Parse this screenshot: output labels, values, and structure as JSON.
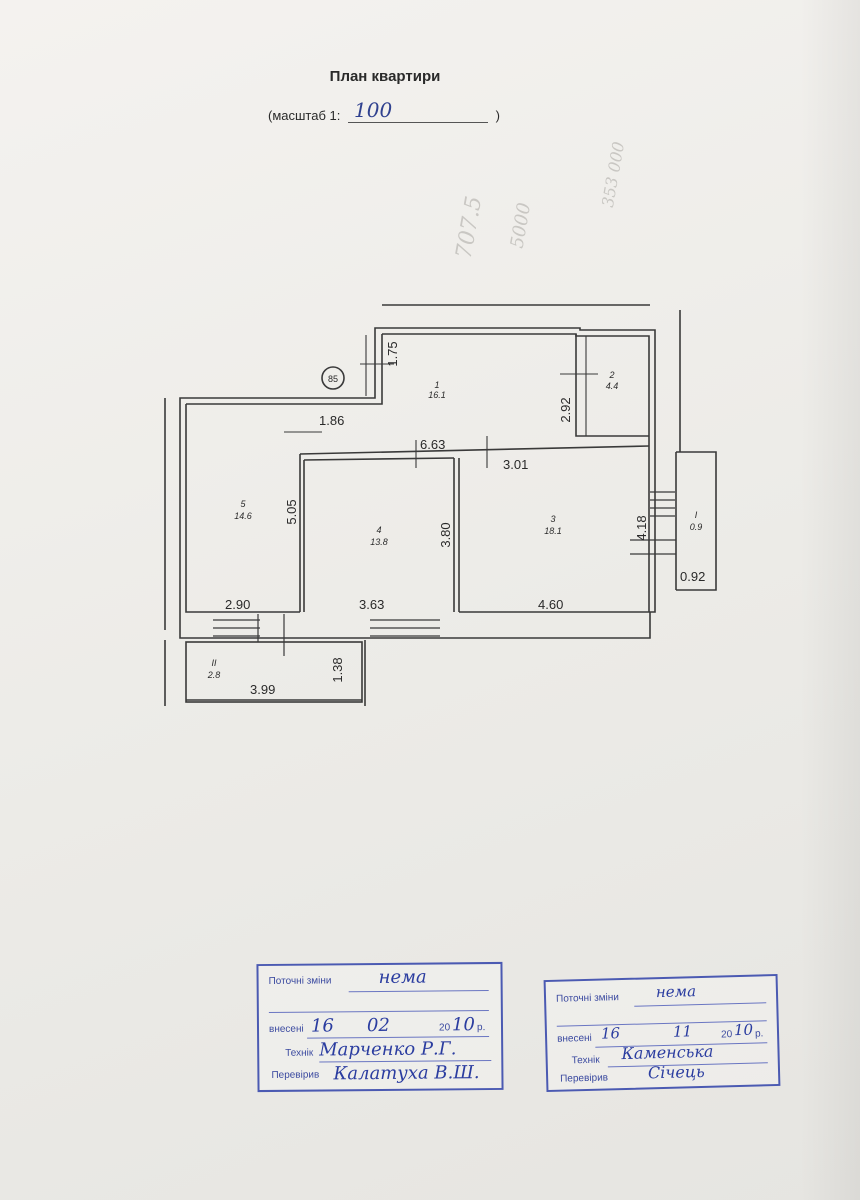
{
  "header": {
    "title": "План квартири",
    "scale_prefix": "(масштаб 1:",
    "scale_value": "100",
    "scale_suffix": ")"
  },
  "pencil_notes": [
    "707.5",
    "5000",
    "353 000"
  ],
  "plan": {
    "marker": "85",
    "rooms": [
      {
        "number": "1",
        "area": "16.1"
      },
      {
        "number": "2",
        "area": "4.4"
      },
      {
        "number": "3",
        "area": "18.1"
      },
      {
        "number": "4",
        "area": "13.8"
      },
      {
        "number": "5",
        "area": "14.6"
      },
      {
        "number": "I",
        "area": "0.9"
      },
      {
        "number": "II",
        "area": "2.8"
      }
    ],
    "dimensions": {
      "d175": "1.75",
      "d186": "1.86",
      "d663": "6.63",
      "d292": "2.92",
      "d301": "3.01",
      "d505": "5.05",
      "d380": "3.80",
      "d418": "4.18",
      "d092": "0.92",
      "d290": "2.90",
      "d363": "3.63",
      "d460": "4.60",
      "d138": "1.38",
      "d399": "3.99"
    }
  },
  "stamps": [
    {
      "label_changes": "Поточні зміни",
      "value_changes": "нема",
      "label_entered": "внесені",
      "day": "16",
      "month": "02",
      "year_prefix": "20",
      "year_suffix": "10",
      "year_end": "р.",
      "label_technician": "Технік",
      "technician": "Марченко Р.Г.",
      "label_checked": "Перевірив",
      "checked": "Калатуха В.Ш."
    },
    {
      "label_changes": "Поточні зміни",
      "value_changes": "нема",
      "label_entered": "внесені",
      "day": "16",
      "month": "11",
      "year_prefix": "20",
      "year_suffix": "10",
      "year_end": "р.",
      "label_technician": "Технік",
      "technician": "Каменська",
      "label_checked": "Перевірив",
      "checked": "Січець"
    }
  ]
}
